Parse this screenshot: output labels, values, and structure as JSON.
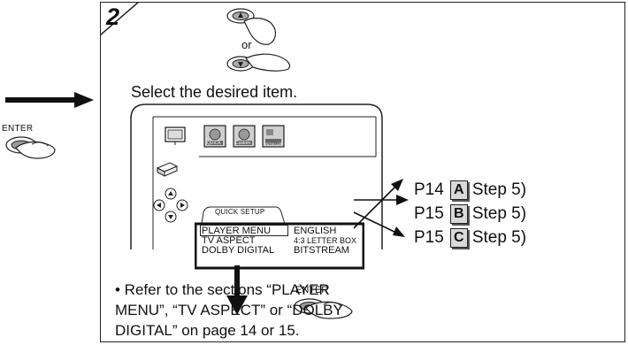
{
  "step": {
    "number": "2"
  },
  "selector": {
    "or_label": "or"
  },
  "instruction": "Select the desired item.",
  "enter_left_label": "ENTER",
  "enter_center_label": "ENTER",
  "osd": {
    "icons": [
      {
        "name": "quick-icon",
        "label": "QUICK"
      },
      {
        "name": "custom-icon",
        "label": "Custom"
      },
      {
        "name": "initialize-icon",
        "label": "INITIA LIZE"
      }
    ],
    "tab_label": "QUICK SETUP",
    "items": [
      {
        "label": "PLAYER MENU",
        "value": "ENGLISH",
        "selected": true
      },
      {
        "label": "TV ASPECT",
        "value": "4:3 LETTER BOX",
        "selected": false
      },
      {
        "label": "DOLBY DIGITAL",
        "value": "BITSTREAM",
        "selected": false
      }
    ]
  },
  "references": [
    {
      "page": "P14",
      "letter": "A",
      "step": "Step 5)"
    },
    {
      "page": "P15",
      "letter": "B",
      "step": "Step 5)"
    },
    {
      "page": "P15",
      "letter": "C",
      "step": "Step 5)"
    }
  ],
  "note": {
    "line1": "• Refer to the sections “PLAYER",
    "line2": "MENU”, “TV ASPECT” or “DOLBY",
    "line3": "DIGITAL” on page 14 or 15."
  }
}
